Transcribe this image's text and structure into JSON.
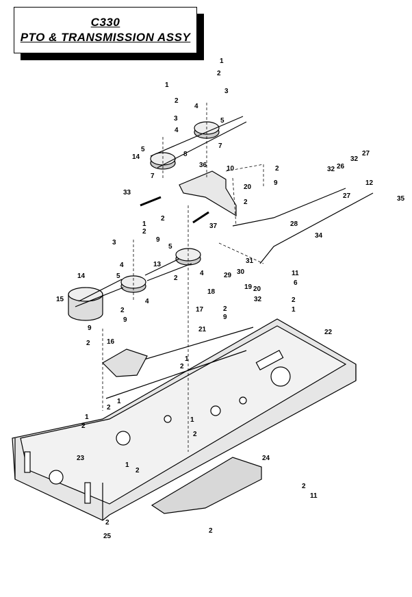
{
  "title": {
    "model": "C330",
    "name": "PTO & TRANSMISSION  ASSY"
  },
  "callouts": [
    {
      "id": "c1a",
      "text": "1"
    },
    {
      "id": "c2a",
      "text": "2"
    },
    {
      "id": "c3a",
      "text": "3"
    },
    {
      "id": "c4a",
      "text": "4"
    },
    {
      "id": "c5a",
      "text": "5"
    },
    {
      "id": "c7a",
      "text": "7"
    },
    {
      "id": "c1b",
      "text": "1"
    },
    {
      "id": "c2b",
      "text": "2"
    },
    {
      "id": "c3b",
      "text": "3"
    },
    {
      "id": "c4b",
      "text": "4"
    },
    {
      "id": "c5b",
      "text": "5"
    },
    {
      "id": "c14a",
      "text": "14"
    },
    {
      "id": "c7b",
      "text": "7"
    },
    {
      "id": "c8",
      "text": "8"
    },
    {
      "id": "c36",
      "text": "36"
    },
    {
      "id": "c10",
      "text": "10"
    },
    {
      "id": "c2c",
      "text": "2"
    },
    {
      "id": "c9a",
      "text": "9"
    },
    {
      "id": "c20a",
      "text": "20"
    },
    {
      "id": "c2d",
      "text": "2"
    },
    {
      "id": "c33",
      "text": "33"
    },
    {
      "id": "c37",
      "text": "37"
    },
    {
      "id": "c2e",
      "text": "2"
    },
    {
      "id": "c9b",
      "text": "9"
    },
    {
      "id": "c28",
      "text": "28"
    },
    {
      "id": "c34",
      "text": "34"
    },
    {
      "id": "c27a",
      "text": "27"
    },
    {
      "id": "c32a",
      "text": "32"
    },
    {
      "id": "c32b",
      "text": "32"
    },
    {
      "id": "c26",
      "text": "26"
    },
    {
      "id": "c12",
      "text": "12"
    },
    {
      "id": "c27b",
      "text": "27"
    },
    {
      "id": "c35",
      "text": "35"
    },
    {
      "id": "c1c",
      "text": "1"
    },
    {
      "id": "c2f",
      "text": "2"
    },
    {
      "id": "c3c",
      "text": "3"
    },
    {
      "id": "c4c",
      "text": "4"
    },
    {
      "id": "c5c",
      "text": "5"
    },
    {
      "id": "c13",
      "text": "13"
    },
    {
      "id": "c31",
      "text": "31"
    },
    {
      "id": "c30",
      "text": "30"
    },
    {
      "id": "c29",
      "text": "29"
    },
    {
      "id": "c4d",
      "text": "4"
    },
    {
      "id": "c2g",
      "text": "2"
    },
    {
      "id": "c14b",
      "text": "14"
    },
    {
      "id": "c5d",
      "text": "5"
    },
    {
      "id": "c15",
      "text": "15"
    },
    {
      "id": "c4e",
      "text": "4"
    },
    {
      "id": "c2h",
      "text": "2"
    },
    {
      "id": "c9c",
      "text": "9"
    },
    {
      "id": "c11a",
      "text": "11"
    },
    {
      "id": "c6",
      "text": "6"
    },
    {
      "id": "c2i",
      "text": "2"
    },
    {
      "id": "c1d",
      "text": "1"
    },
    {
      "id": "c19",
      "text": "19"
    },
    {
      "id": "c20b",
      "text": "20"
    },
    {
      "id": "c32c",
      "text": "32"
    },
    {
      "id": "c18",
      "text": "18"
    },
    {
      "id": "c17",
      "text": "17"
    },
    {
      "id": "c2j",
      "text": "2"
    },
    {
      "id": "c9d",
      "text": "9"
    },
    {
      "id": "c9e",
      "text": "9"
    },
    {
      "id": "c2k",
      "text": "2"
    },
    {
      "id": "c16",
      "text": "16"
    },
    {
      "id": "c21",
      "text": "21"
    },
    {
      "id": "c22",
      "text": "22"
    },
    {
      "id": "c1e",
      "text": "1"
    },
    {
      "id": "c2l",
      "text": "2"
    },
    {
      "id": "c1f",
      "text": "1"
    },
    {
      "id": "c2m",
      "text": "2"
    },
    {
      "id": "c1g",
      "text": "1"
    },
    {
      "id": "c2n",
      "text": "2"
    },
    {
      "id": "c1h",
      "text": "1"
    },
    {
      "id": "c2o",
      "text": "2"
    },
    {
      "id": "c23",
      "text": "23"
    },
    {
      "id": "c1i",
      "text": "1"
    },
    {
      "id": "c2p",
      "text": "2"
    },
    {
      "id": "c24",
      "text": "24"
    },
    {
      "id": "c2q",
      "text": "2"
    },
    {
      "id": "c11b",
      "text": "11"
    },
    {
      "id": "c2r",
      "text": "2"
    },
    {
      "id": "c2s",
      "text": "2"
    },
    {
      "id": "c25",
      "text": "25"
    }
  ]
}
